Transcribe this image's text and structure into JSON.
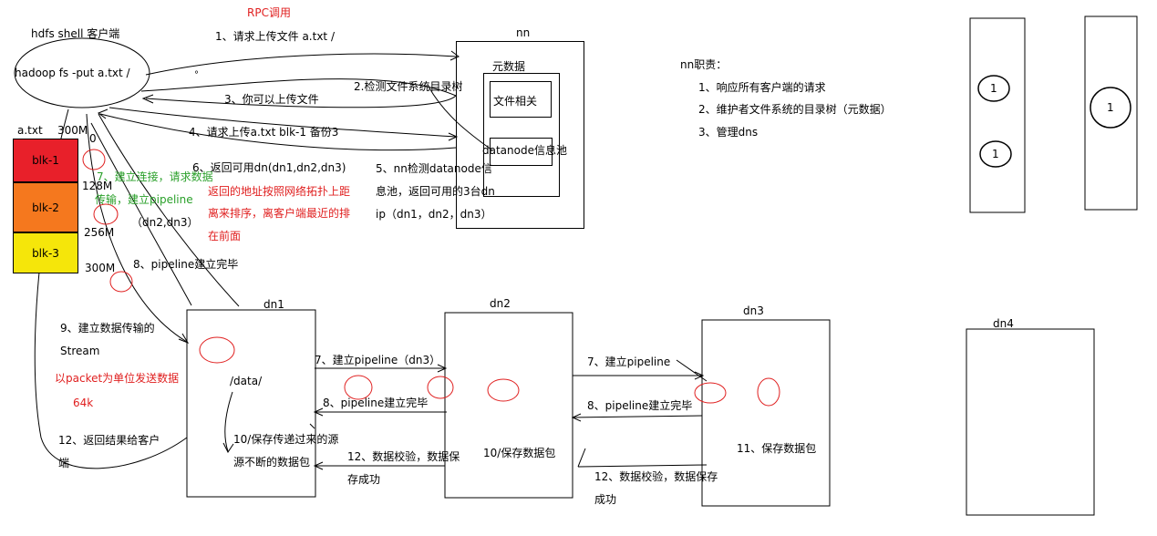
{
  "client": {
    "title": "hdfs shell 客户端",
    "command": "hadoop fs -put a.txt  /"
  },
  "rpc_label": "RPC调用",
  "steps": {
    "s1": "1、请求上传文件  a.txt  /",
    "s2": "2.检测文件系统目录树",
    "s3": "3、你可以上传文件",
    "s4": "4、请求上传a.txt blk-1 备份3",
    "s5_lines": [
      "5、nn检测datanode信",
      "息池，返回可用的3台dn",
      "ip（dn1，dn2，dn3）"
    ],
    "s6": "6、返回可用dn(dn1,dn2,dn3)",
    "s6_note_lines": [
      "返回的地址按照网络拓扑上距",
      "离来排序，离客户端最近的排",
      "在前面"
    ],
    "s7_client_lines": [
      "7、建立连接，请求数据",
      "传输，建立pipeline"
    ],
    "s7_client_dns": "（dn2,dn3）",
    "s8_client": "8、pipeline建立完毕",
    "s9_lines": [
      "9、建立数据传输的",
      "Stream"
    ],
    "packet_lines": [
      "以packet为单位发送数据",
      "64k"
    ],
    "s12_client_lines": [
      "12、返回结果给客户",
      "端"
    ],
    "s7_dn1": "7、建立pipeline（dn3）",
    "s8_dn1": "8、pipeline建立完毕",
    "s10_dn1_lines": [
      "10/保存传递过来的源",
      "源不断的数据包"
    ],
    "s12_dn1_lines": [
      "12、数据校验，数据保",
      "存成功"
    ],
    "s10_dn2": "10/保存数据包",
    "s7_dn2": "7、建立pipeline",
    "s8_dn2": "8、pipeline建立完毕",
    "s12_dn2_lines": [
      "12、数据校验，数据保存",
      "成功"
    ],
    "s11_dn3": "11、保存数据包"
  },
  "file": {
    "name": "a.txt",
    "size": "300M",
    "offsets": [
      "0",
      "128M",
      "256M",
      "300M"
    ],
    "blocks": [
      {
        "label": "blk-1",
        "color": "#e8202a"
      },
      {
        "label": "blk-2",
        "color": "#f5781e"
      },
      {
        "label": "blk-3",
        "color": "#f5e60a"
      }
    ]
  },
  "nn": {
    "title": "nn",
    "metadata": "元数据",
    "file_related": "文件相关",
    "dn_pool": "datanode信息池"
  },
  "nn_duties": {
    "title": "nn职责：",
    "items": [
      "1、响应所有客户端的请求",
      "2、维护者文件系统的目录树（元数据）",
      "3、管理dns"
    ]
  },
  "datanodes": {
    "dn1": "dn1",
    "dn2": "dn2",
    "dn3": "dn3",
    "dn4": "dn4",
    "dn1_path": "/data/"
  },
  "sketch_labels": [
    "1",
    "1",
    "1"
  ]
}
